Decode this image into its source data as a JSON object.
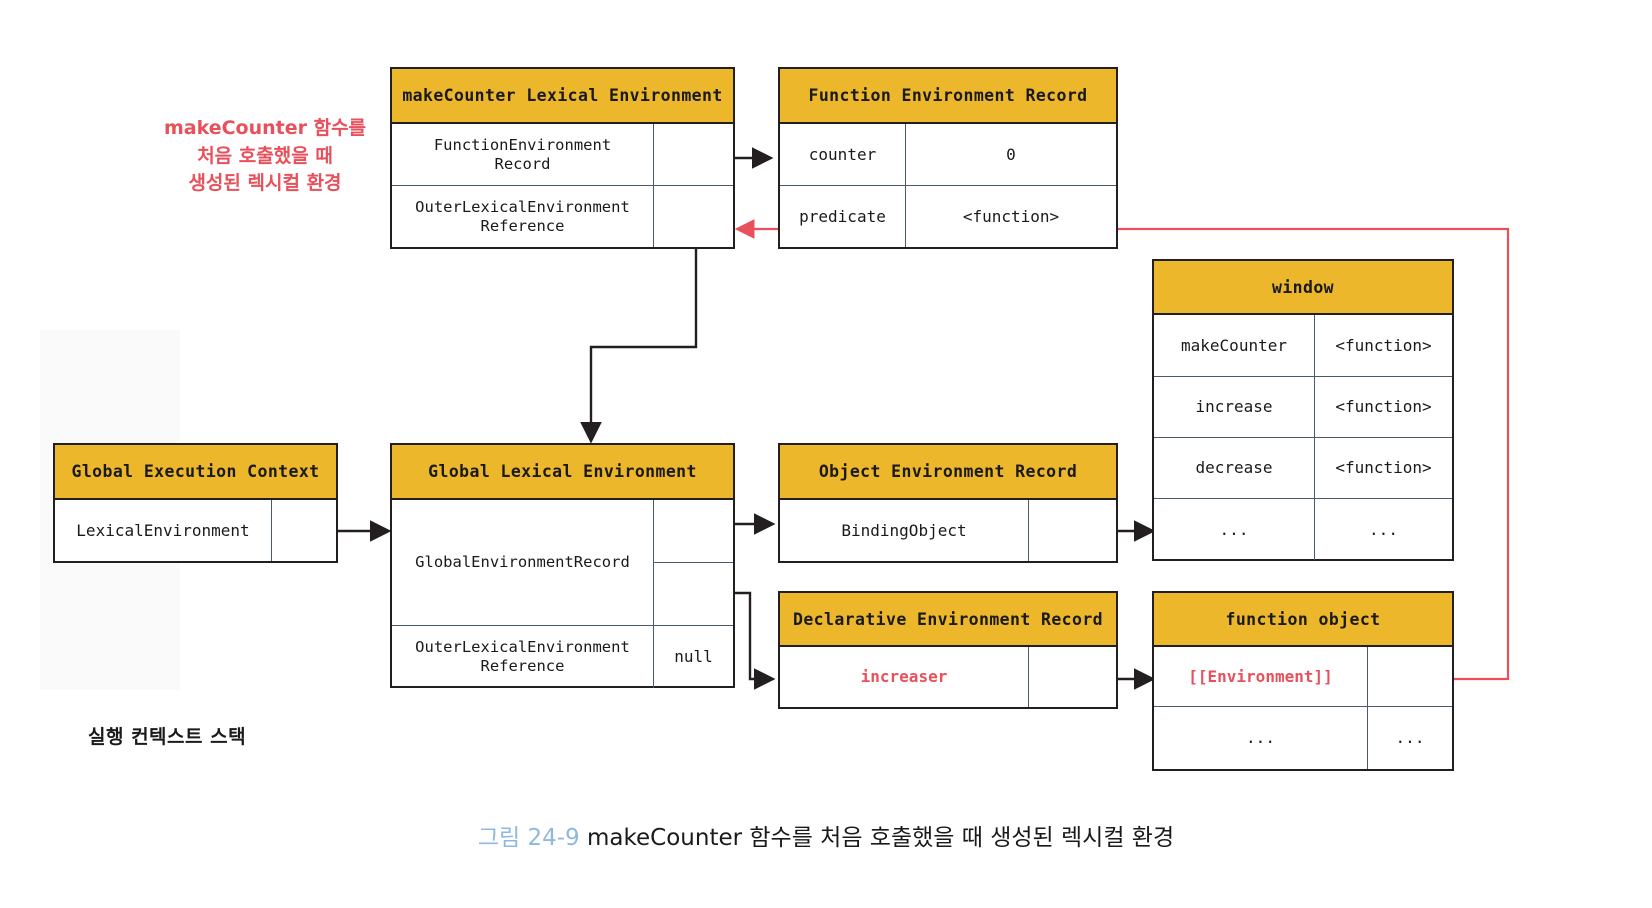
{
  "figure": {
    "caption_number": "그림 24-9",
    "caption_text": "makeCounter 함수를 처음 호출했을 때 생성된 렉시컬 환경",
    "accent_yellow": "#edb72c",
    "accent_red": "#e8505b",
    "accent_blue": "#8fb8de",
    "line_color": "#231f20"
  },
  "annotations": {
    "make_counter_note": "makeCounter 함수를\n처음 호출했을 때\n생성된 렉시컬 환경",
    "stack_label": "실행 컨텍스트 스택"
  },
  "boxes": {
    "make_counter_lexenv": {
      "title": "makeCounter Lexical Environment",
      "rows": [
        {
          "label": "FunctionEnvironment\nRecord",
          "value": "",
          "pointer": true
        },
        {
          "label": "OuterLexicalEnvironment\nReference",
          "value": "",
          "pointer": true
        }
      ]
    },
    "function_environment_record": {
      "title": "Function Environment Record",
      "rows": [
        {
          "label": "counter",
          "value": "0"
        },
        {
          "label": "predicate",
          "value": "<function>"
        }
      ]
    },
    "global_execution_context": {
      "title": "Global Execution Context",
      "rows": [
        {
          "label": "LexicalEnvironment",
          "value": "",
          "pointer": true
        }
      ]
    },
    "global_lexical_environment": {
      "title": "Global Lexical Environment",
      "rows": [
        {
          "label": "GlobalEnvironmentRecord",
          "value": "",
          "pointer": true,
          "pointer2": true
        },
        {
          "label": "OuterLexicalEnvironment\nReference",
          "value": "null"
        }
      ]
    },
    "object_environment_record": {
      "title": "Object Environment Record",
      "rows": [
        {
          "label": "BindingObject",
          "value": "",
          "pointer": true
        }
      ]
    },
    "declarative_environment_record": {
      "title": "Declarative Environment Record",
      "rows": [
        {
          "label": "increaser",
          "value": "",
          "pointer": true,
          "red": true
        }
      ]
    },
    "window": {
      "title": "window",
      "rows": [
        {
          "label": "makeCounter",
          "value": "<function>"
        },
        {
          "label": "increase",
          "value": "<function>"
        },
        {
          "label": "decrease",
          "value": "<function>"
        },
        {
          "label": "...",
          "value": "..."
        }
      ]
    },
    "function_object": {
      "title": "function object",
      "rows": [
        {
          "label": "[[Environment]]",
          "value": "",
          "pointer": true,
          "red": true
        },
        {
          "label": "...",
          "value": "..."
        }
      ]
    }
  }
}
